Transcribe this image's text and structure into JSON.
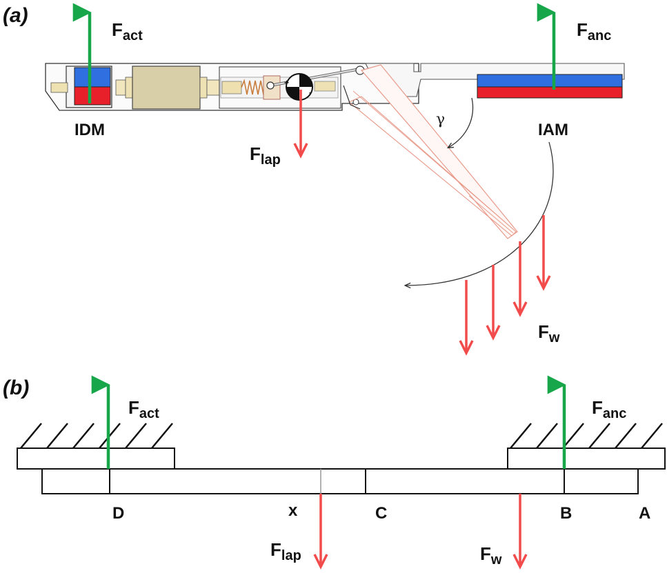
{
  "panel_a": {
    "label": "(a)",
    "F_act": {
      "base": "F",
      "sub": "act"
    },
    "F_anc": {
      "base": "F",
      "sub": "anc"
    },
    "F_lap": {
      "base": "F",
      "sub": "lap"
    },
    "F_w": {
      "base": "F",
      "sub": "w"
    },
    "idm": "IDM",
    "iam": "IAM",
    "gamma": "γ"
  },
  "panel_b": {
    "label": "(b)",
    "F_act": {
      "base": "F",
      "sub": "act"
    },
    "F_anc": {
      "base": "F",
      "sub": "anc"
    },
    "F_lap": {
      "base": "F",
      "sub": "lap"
    },
    "F_w": {
      "base": "F",
      "sub": "w"
    },
    "points": {
      "D": "D",
      "x": "x",
      "C": "C",
      "B": "B",
      "A": "A"
    }
  },
  "colors": {
    "force_up": "#18a64a",
    "force_down": "#f24b4b",
    "magnet_blue": "#2f6fe0",
    "magnet_red": "#e8202a",
    "hinge_line": "#e89a8a",
    "body_fill": "#d8cfa8"
  }
}
